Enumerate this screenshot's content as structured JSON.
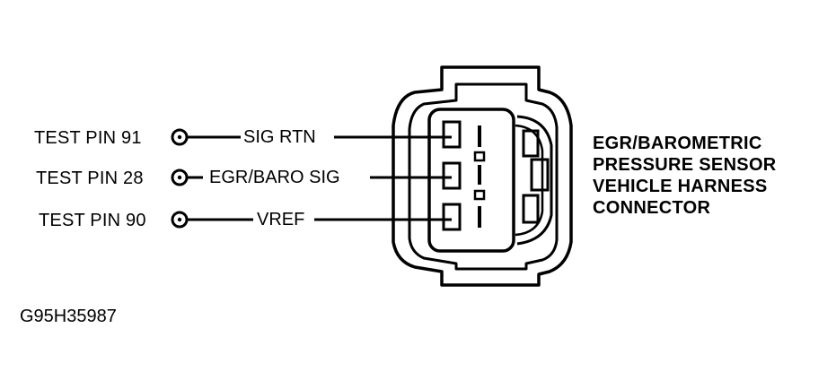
{
  "test_pins": [
    {
      "label": "TEST PIN 91",
      "wire": "SIG RTN"
    },
    {
      "label": "TEST PIN 28",
      "wire": "EGR/BARO SIG"
    },
    {
      "label": "TEST PIN 90",
      "wire": "VREF"
    }
  ],
  "connector_title": [
    "EGR/BAROMETRIC",
    "PRESSURE SENSOR",
    "VEHICLE HARNESS",
    "CONNECTOR"
  ],
  "figure_id": "G95H35987",
  "colors": {
    "line": "#000000",
    "background": "#ffffff"
  }
}
